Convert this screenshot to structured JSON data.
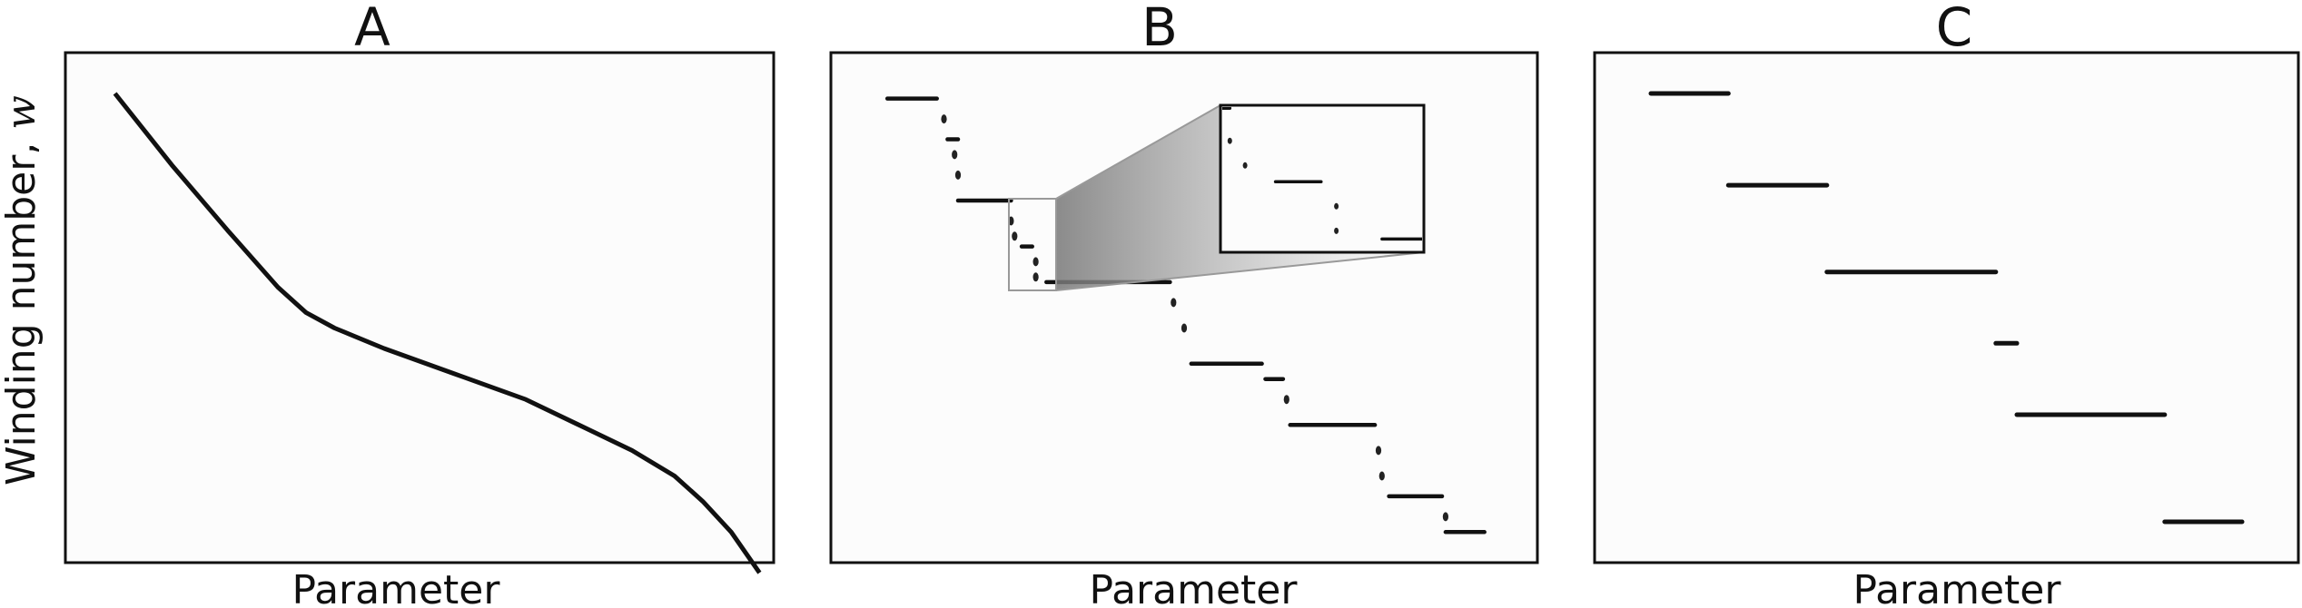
{
  "chart_data": [
    {
      "type": "line",
      "title": "A",
      "xlabel": "Parameter",
      "ylabel": "Winding number, w",
      "xlim": [
        0,
        1
      ],
      "ylim": [
        0,
        1
      ],
      "grid": false,
      "ticks": false,
      "series": [
        {
          "x": [
            0.07,
            0.15,
            0.23,
            0.3,
            0.34,
            0.38,
            0.45,
            0.55,
            0.65,
            0.74,
            0.8,
            0.86,
            0.9,
            0.94,
            0.98
          ],
          "y": [
            0.92,
            0.78,
            0.65,
            0.54,
            0.49,
            0.46,
            0.42,
            0.37,
            0.32,
            0.26,
            0.22,
            0.17,
            0.12,
            0.06,
            -0.02
          ]
        }
      ]
    },
    {
      "type": "line",
      "title": "B",
      "xlabel": "Parameter",
      "xlim": [
        0,
        1
      ],
      "ylim": [
        0,
        1
      ],
      "grid": false,
      "ticks": false,
      "series": [
        {
          "segments": [
            {
              "x": [
                0.08,
                0.15
              ],
              "y": [
                0.91,
                0.91
              ]
            },
            {
              "x": [
                0.16,
                0.16
              ],
              "y": [
                0.87,
                0.87
              ]
            },
            {
              "x": [
                0.165,
                0.18
              ],
              "y": [
                0.83,
                0.83
              ]
            },
            {
              "x": [
                0.175,
                0.175
              ],
              "y": [
                0.8,
                0.8
              ]
            },
            {
              "x": [
                0.18,
                0.18
              ],
              "y": [
                0.76,
                0.76
              ]
            },
            {
              "x": [
                0.18,
                0.255
              ],
              "y": [
                0.71,
                0.71
              ]
            },
            {
              "x": [
                0.255,
                0.255
              ],
              "y": [
                0.67,
                0.67
              ]
            },
            {
              "x": [
                0.26,
                0.26
              ],
              "y": [
                0.64,
                0.64
              ]
            },
            {
              "x": [
                0.27,
                0.285
              ],
              "y": [
                0.62,
                0.62
              ]
            },
            {
              "x": [
                0.29,
                0.29
              ],
              "y": [
                0.59,
                0.59
              ]
            },
            {
              "x": [
                0.29,
                0.29
              ],
              "y": [
                0.56,
                0.56
              ]
            },
            {
              "x": [
                0.305,
                0.48
              ],
              "y": [
                0.55,
                0.55
              ]
            },
            {
              "x": [
                0.485,
                0.485
              ],
              "y": [
                0.51,
                0.51
              ]
            },
            {
              "x": [
                0.5,
                0.5
              ],
              "y": [
                0.46,
                0.46
              ]
            },
            {
              "x": [
                0.51,
                0.61
              ],
              "y": [
                0.39,
                0.39
              ]
            },
            {
              "x": [
                0.615,
                0.64
              ],
              "y": [
                0.36,
                0.36
              ]
            },
            {
              "x": [
                0.645,
                0.645
              ],
              "y": [
                0.32,
                0.32
              ]
            },
            {
              "x": [
                0.65,
                0.77
              ],
              "y": [
                0.27,
                0.27
              ]
            },
            {
              "x": [
                0.775,
                0.775
              ],
              "y": [
                0.22,
                0.22
              ]
            },
            {
              "x": [
                0.78,
                0.78
              ],
              "y": [
                0.17,
                0.17
              ]
            },
            {
              "x": [
                0.79,
                0.865
              ],
              "y": [
                0.13,
                0.13
              ]
            },
            {
              "x": [
                0.87,
                0.87
              ],
              "y": [
                0.09,
                0.09
              ]
            },
            {
              "x": [
                0.87,
                0.925
              ],
              "y": [
                0.06,
                0.06
              ]
            }
          ]
        }
      ]
    },
    {
      "type": "line",
      "title": "C",
      "xlabel": "Parameter",
      "xlim": [
        0,
        1
      ],
      "ylim": [
        0,
        1
      ],
      "grid": false,
      "ticks": false,
      "series": [
        {
          "segments": [
            {
              "x": [
                0.08,
                0.19
              ],
              "y": [
                0.92,
                0.92
              ]
            },
            {
              "x": [
                0.19,
                0.33
              ],
              "y": [
                0.74,
                0.74
              ]
            },
            {
              "x": [
                0.33,
                0.57
              ],
              "y": [
                0.57,
                0.57
              ]
            },
            {
              "x": [
                0.57,
                0.6
              ],
              "y": [
                0.43,
                0.43
              ]
            },
            {
              "x": [
                0.6,
                0.81
              ],
              "y": [
                0.29,
                0.29
              ]
            },
            {
              "x": [
                0.81,
                0.92
              ],
              "y": [
                0.08,
                0.08
              ]
            }
          ]
        }
      ]
    }
  ]
}
